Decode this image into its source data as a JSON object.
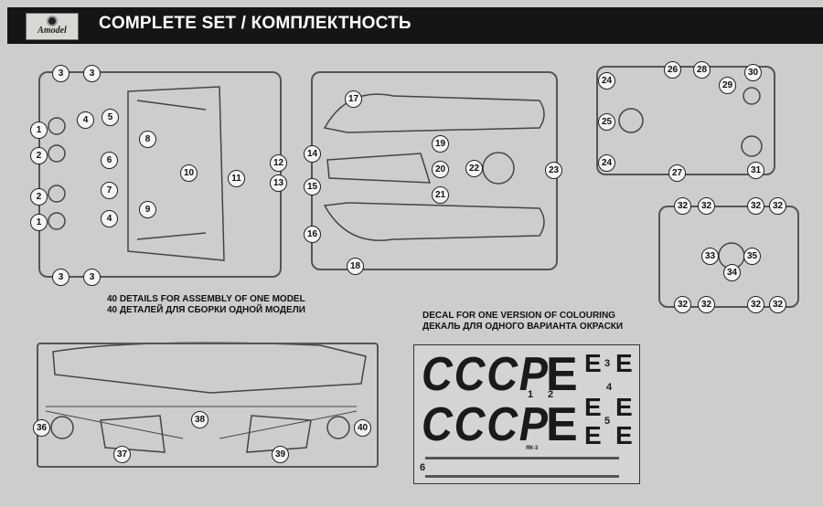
{
  "header": {
    "brand": "Amodel",
    "title": "COMPLETE SET / КОМПЛЕКТНОСТЬ"
  },
  "captions": {
    "parts_en": "40 DETAILS FOR ASSEMBLY OF ONE MODEL",
    "parts_ru": "40 ДЕТАЛЕЙ ДЛЯ СБОРКИ ОДНОЙ МОДЕЛИ",
    "decal_en": "DECAL FOR ONE VERSION OF COLOURING",
    "decal_ru": "ДЕКАЛЬ ДЛЯ ОДНОГО ВАРИАНТА ОКРАСКИ"
  },
  "sprue_a": [
    "3",
    "3",
    "1",
    "2",
    "4",
    "5",
    "6",
    "2",
    "1",
    "7",
    "4",
    "3",
    "3",
    "8",
    "9",
    "10",
    "11",
    "12",
    "13"
  ],
  "sprue_b": [
    "17",
    "14",
    "15",
    "16",
    "18",
    "19",
    "20",
    "21",
    "22",
    "23"
  ],
  "sprue_c": [
    "24",
    "26",
    "28",
    "30",
    "29",
    "25",
    "24",
    "27",
    "31"
  ],
  "sprue_d": [
    "32",
    "32",
    "32",
    "32",
    "32",
    "32",
    "32",
    "32",
    "33",
    "35",
    "34"
  ],
  "sprue_e": [
    "36",
    "37",
    "38",
    "39",
    "40"
  ],
  "decal": {
    "cccp": "CCCP",
    "e": "E",
    "labels": [
      "1",
      "2",
      "3",
      "4",
      "5",
      "6"
    ],
    "aircraft": "ЯК-3"
  }
}
